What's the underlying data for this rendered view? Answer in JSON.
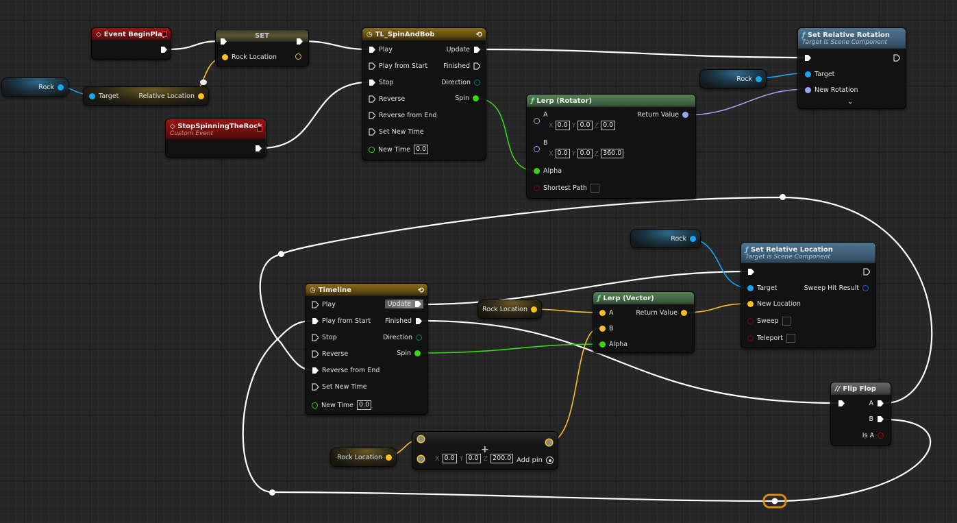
{
  "colors": {
    "exec": "#ffffff",
    "object": "#18a6f0",
    "vector": "#fcc020",
    "rotator": "#9aa6f0",
    "float": "#3ad418",
    "bool": "#8b0000",
    "struct": "#0a4fd0",
    "direction": "#0a6a6a"
  },
  "nodes": {
    "event_begin_play": {
      "title": "Event BeginPlay",
      "icon": "event-diamond-icon"
    },
    "set_rock_location": {
      "title": "SET",
      "input_label": "Rock Location"
    },
    "rock_get_1": {
      "label": "Rock"
    },
    "get_relative_location": {
      "target_label": "Target",
      "output_label": "Relative Location"
    },
    "stop_spinning": {
      "title": "StopSpinningTheRock",
      "subtitle": "Custom Event",
      "icon": "event-diamond-icon"
    },
    "tl_spin_and_bob": {
      "title": "TL_SpinAndBob",
      "inputs": [
        "Play",
        "Play from Start",
        "Stop",
        "Reverse",
        "Reverse from End",
        "Set New Time"
      ],
      "new_time_label": "New Time",
      "new_time_value": "0.0",
      "outputs": [
        "Update",
        "Finished",
        "Direction",
        "Spin"
      ]
    },
    "lerp_rotator": {
      "title": "Lerp (Rotator)",
      "a_label": "A",
      "a": {
        "x": "0.0",
        "y": "0.0",
        "z": "0.0"
      },
      "b_label": "B",
      "b": {
        "x": "0.0",
        "y": "0.0",
        "z": "360.0"
      },
      "alpha_label": "Alpha",
      "shortest_path_label": "Shortest Path",
      "return_label": "Return Value",
      "axis": {
        "x": "X",
        "y": "Y",
        "z": "Z"
      }
    },
    "rock_get_2": {
      "label": "Rock"
    },
    "set_relative_rotation": {
      "title": "Set Relative Rotation",
      "subtitle": "Target is Scene Component",
      "target_label": "Target",
      "new_rotation_label": "New Rotation",
      "expand_icon": "chevron-down-icon"
    },
    "timeline": {
      "title": "Timeline",
      "inputs": [
        "Play",
        "Play from Start",
        "Stop",
        "Reverse",
        "Reverse from End",
        "Set New Time"
      ],
      "new_time_label": "New Time",
      "new_time_value": "0.0",
      "outputs": [
        "Update",
        "Finished",
        "Direction",
        "Spin"
      ]
    },
    "rock_location_get_1": {
      "label": "Rock Location"
    },
    "lerp_vector": {
      "title": "Lerp (Vector)",
      "a_label": "A",
      "b_label": "B",
      "alpha_label": "Alpha",
      "return_label": "Return Value"
    },
    "rock_get_3": {
      "label": "Rock"
    },
    "set_relative_location": {
      "title": "Set Relative Location",
      "subtitle": "Target is Scene Component",
      "target_label": "Target",
      "new_location_label": "New Location",
      "sweep_label": "Sweep",
      "teleport_label": "Teleport",
      "sweep_hit_label": "Sweep Hit Result"
    },
    "flip_flop": {
      "title": "Flip Flop",
      "out_a": "A",
      "out_b": "B",
      "is_a": "Is A"
    },
    "rock_location_get_2": {
      "label": "Rock Location"
    },
    "add_vector": {
      "x": "0.0",
      "y": "0.0",
      "z": "200.0",
      "add_pin_label": "Add pin",
      "axis": {
        "x": "X",
        "y": "Y",
        "z": "Z"
      },
      "operator_icon": "plus-icon"
    }
  }
}
